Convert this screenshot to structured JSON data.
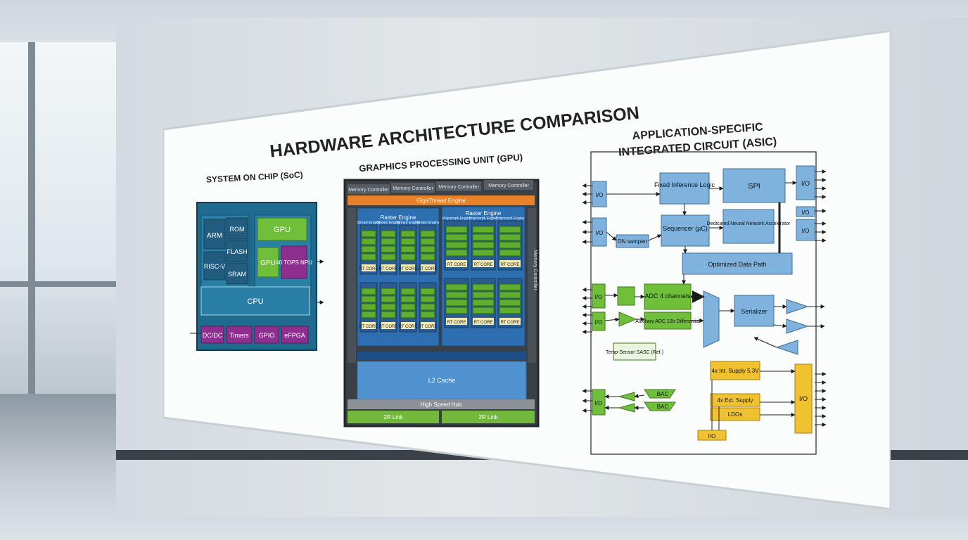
{
  "title": "HARDWARE ARCHITECTURE COMPARISON",
  "soc": {
    "heading": "SYSTEM ON CHIP (SoC)",
    "blocks": {
      "arm": "ARM",
      "riscv": "RISC-V",
      "rom": "ROM",
      "flash": "FLASH",
      "sram": "SRAM",
      "gpu_top": "GPU",
      "gpu_small": "GPU",
      "npu": "40 TOPS NPU",
      "cpu": "CPU",
      "dcdc": "DC/DC",
      "timers": "Timers",
      "gpio": "GPIO",
      "efpga": "eFPGA"
    }
  },
  "gpu": {
    "heading": "GRAPHICS PROCESSING UNIT (GPU)",
    "memory_controllers": [
      "Memory Controller",
      "Memory Controller",
      "Memory Controller",
      "Memory Controller"
    ],
    "threaded_engine": "GigaThread Engine",
    "raster_engine_left": "Raster Engine",
    "raster_engine_right": "Raster Engine",
    "sm_labels_left": [
      "Stream Engine",
      "Stream Engine",
      "Stream Engine",
      "Stream Engine"
    ],
    "sm_labels_right": [
      "Polymorph Engine",
      "Polymorph Engine",
      "Polymorph Engine"
    ],
    "core_labels": [
      "RT CORE",
      "RT CORE",
      "RT CORE",
      "RT CORE"
    ],
    "core_labels_right": [
      "RT CORE",
      "RT CORE",
      "RT CORE"
    ],
    "side_right": "Memory Controller",
    "l2": "L2 Cache",
    "hub": "High Speed Hub",
    "links": [
      "2R Link",
      "2R Link"
    ]
  },
  "asic": {
    "heading_line1": "APPLICATION-SPECIFIC",
    "heading_line2": "INTEGRATED CIRCUIT (ASIC)",
    "fixed": "Fixed Inference Logic",
    "spi": "SPI",
    "io": "I/O",
    "sequencer": "Sequencer (µC)",
    "dedicated": "Dedicated Neural Network Accelerator",
    "dn_sampler": "DN sampler",
    "optimized": "Optimized Data Path",
    "adc": "ADC 4 channels",
    "aux_adc": "Auxiliary ADC 12b Differential",
    "serializer": "Serializer",
    "temp": "Temp-Sensor SASC (Ref.)",
    "supply_int": "4x Int. Supply 5.3V",
    "supply_ext": "4x Ext. Supply",
    "ldos": "LDOs",
    "bac": "BAC"
  }
}
